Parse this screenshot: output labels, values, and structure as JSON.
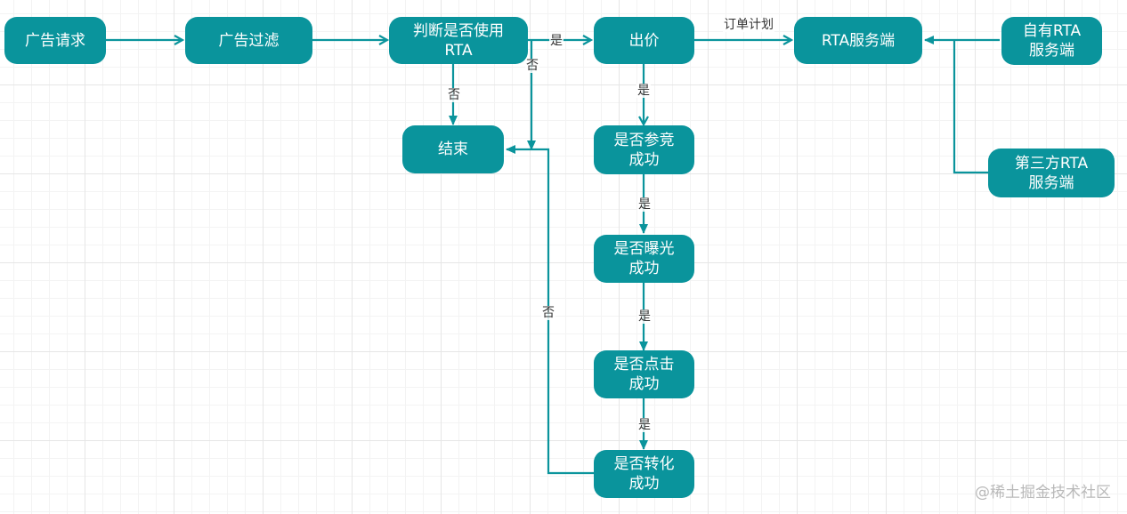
{
  "colors": {
    "node_fill": "#0a949c",
    "edge": "#0a949c",
    "node_text": "#ffffff"
  },
  "nodes": {
    "ad_request": "广告请求",
    "ad_filter": "广告过滤",
    "use_rta": "判断是否使用\nRTA",
    "bid": "出价",
    "rta_server": "RTA服务端",
    "own_rta": "自有RTA\n服务端",
    "third_rta": "第三方RTA\n服务端",
    "end": "结束",
    "bid_success": "是否参竞\n成功",
    "expose_success": "是否曝光\n成功",
    "click_success": "是否点击\n成功",
    "convert_success": "是否转化\n成功"
  },
  "edge_labels": {
    "rta_yes": "是",
    "rta_no_down": "否",
    "rta_no_side": "否",
    "order_plan": "订单计划",
    "bid_yes": "是",
    "compete_yes": "是",
    "expose_yes": "是",
    "click_yes": "是",
    "convert_no": "否"
  },
  "watermark": "@稀土掘金技术社区"
}
